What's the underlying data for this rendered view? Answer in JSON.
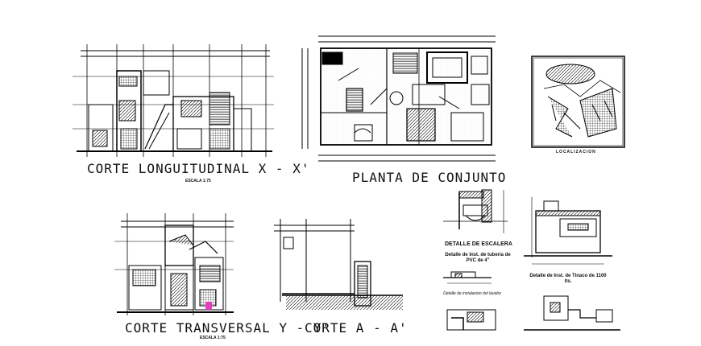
{
  "drawings": {
    "corte_longitudinal": {
      "title": "CORTE LONGUITUDINAL X - X'",
      "scale": "ESCALA 1:75"
    },
    "planta_conjunto": {
      "title": "PLANTA DE CONJUNTO"
    },
    "location": {
      "caption": "LOCALIZACION"
    },
    "corte_transversal": {
      "title": "CORTE TRANSVERSAL Y - Y'",
      "scale": "ESCALA 1:75"
    },
    "corte_a": {
      "title": "CORTE A - A'"
    },
    "detalle_escalera": {
      "title": "DETALLE DE ESCALERA"
    },
    "detalle_tuberia": {
      "title": "Detalle de Inst. de tuberia de PVC de 4\""
    },
    "detalle_lavabo": {
      "title": "Detalle de instalacion del lavabo"
    },
    "detalle_tinaco": {
      "title": "Detalle de Inst. de Tinaco de 1100 lts."
    }
  },
  "colors": {
    "line": "#000000",
    "accent": "#e040c0"
  }
}
